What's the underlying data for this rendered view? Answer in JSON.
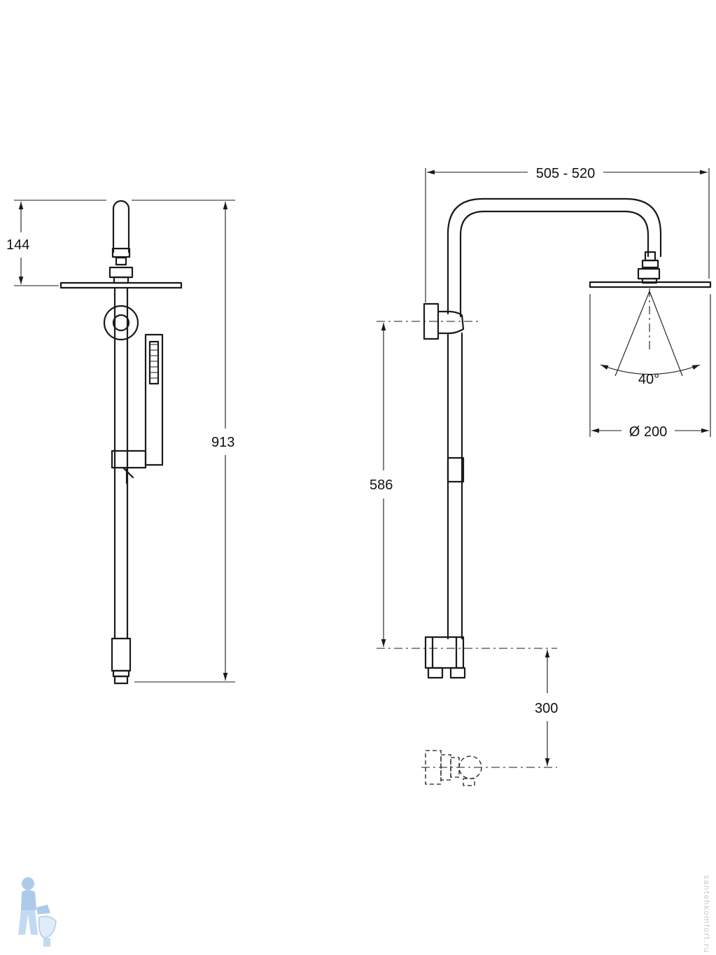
{
  "drawing": {
    "side_view": {
      "dimensions": {
        "head_height": "144",
        "total_height": "913"
      }
    },
    "front_view": {
      "dimensions": {
        "projection": "505 - 520",
        "spray_angle": "40°",
        "head_diameter": "Ø 200",
        "slider_height": "586",
        "outlet_offset": "300"
      }
    }
  },
  "watermark": {
    "logo_icon": "plumber-mascot-icon",
    "text": "santehkomfort.ru"
  },
  "colors": {
    "line": "#1a1a1a",
    "background": "#ffffff",
    "logo": "#9ec3e6"
  }
}
